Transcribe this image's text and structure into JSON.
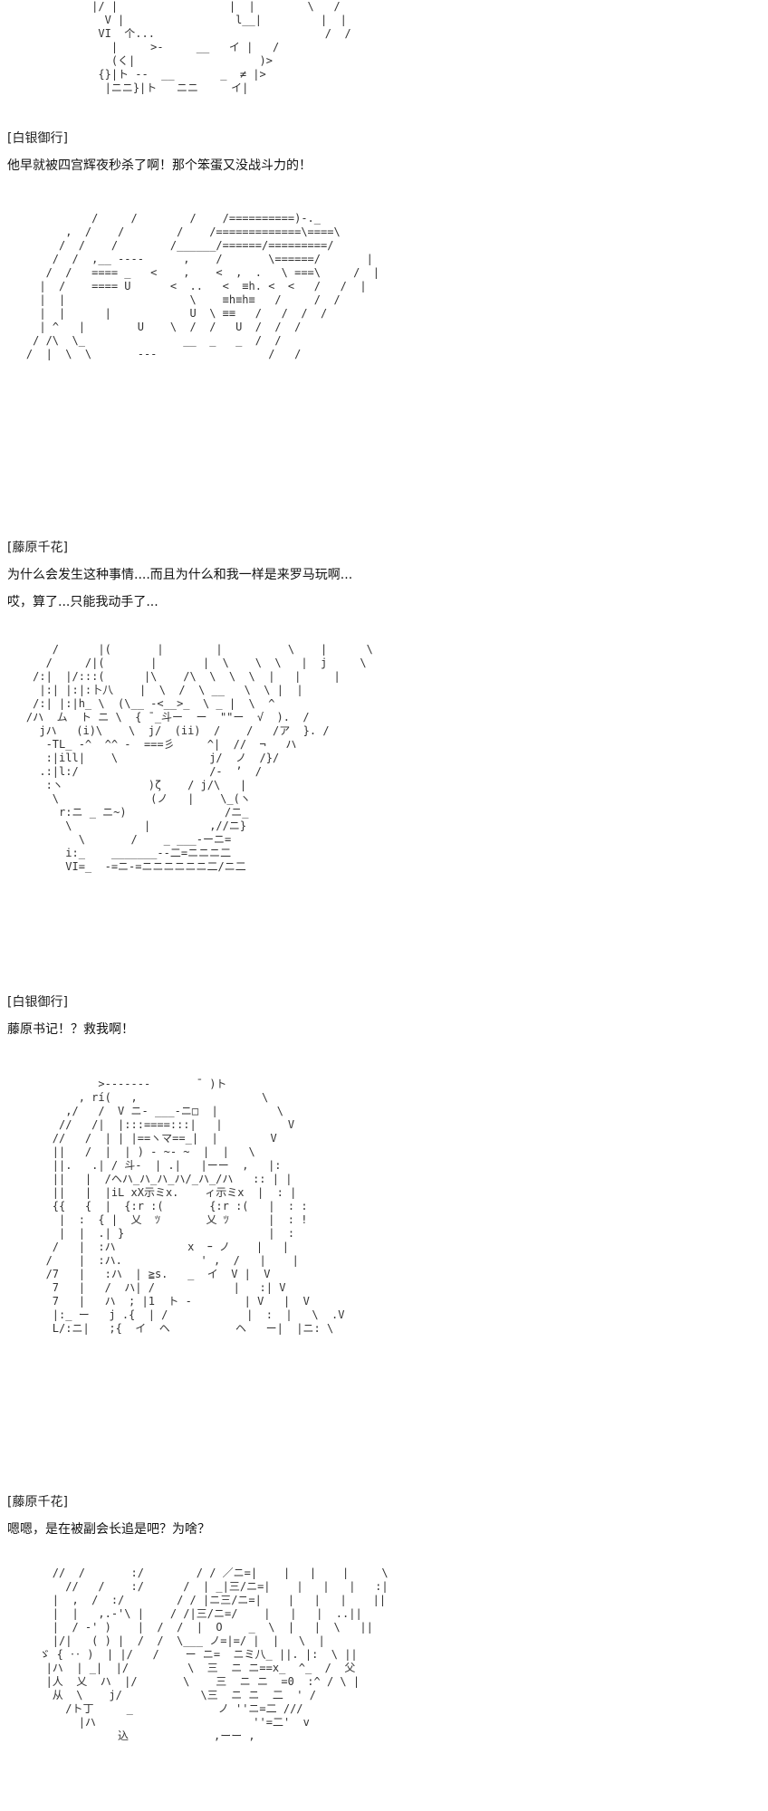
{
  "blocks": [
    {
      "speaker": "[白银御行]",
      "lines": [
        "他早就被四宫辉夜秒杀了啊！那个笨蛋又没战斗力的！"
      ]
    },
    {
      "speaker": "[藤原千花]",
      "lines": [
        "为什么会发生这种事情....而且为什么和我一样是来罗马玩啊...",
        "哎，算了...只能我动手了..."
      ]
    },
    {
      "speaker": "[白银御行]",
      "lines": [
        "藤原书记！？救我啊！"
      ]
    },
    {
      "speaker": "[藤原千花]",
      "lines": [
        "嗯嗯，是在被副会长追是吧？为啥？"
      ]
    }
  ],
  "ascii_art": [
    "              |/ |                 |  |        \\   /\n                V |                 l__|         |  |\n               VI  个...                          /  /\n                 |     >-     __   イ |   /\n                 (く|                   )>\n               {}|ト --  __       _  ≠ |>\n                |ニニ}|ト   ニニ     イ|",
    "              /     /        /    /==========)-._\n          ,  /    /        /    /=============\\====\\\n         /  /    /        /______/======/=========/\n        /  /  ,__ ----      ,    /       \\======/       |\n       /  /   ==== _   <    ,    <  ,  .   \\ ===\\     /  |\n      |  /    ==== U      <  ..   <  ≡h. <  <   /   /  |\n      |  |                   \\    ≡h≡h≡   /     /  /\n      |  |      |            U  \\ ≡≡   /   /  /  /\n      | ^   |        U    \\  /  /   U  /  /  /\n     / /\\  \\_               __  _   _  /  /\n    /  |  \\  \\       ---                 /   /",
    "        /      |(       |        |          \\    |      \\\n       /     /|(       |       |  \\    \\  \\   |  j     \\\n     /:|  |/:::(      |\\    /\\  \\  \\  \\  |   |     |\n      |:| |:|:卜八    |  \\  /  \\ __   \\  \\ |  |\n     /:| |:|h_ \\  (\\__ -<__>_  \\ _ |  \\  ^\n    /ハ  ム  ト ニ \\  { ̄ _斗ー  ー  \"\"ー  √  ).  /\n      jハ   (i)\\    \\  j/  (ii)  /    /   /ア  }. /\n       -TL_ -^  ^^ -  ===彡     ^|  //  ¬   ハ\n       :|ill|    \\              j/  ノ  /}/\n      .:|l:/                    /-  ’  /\n       :ヽ             )ζ    / j/\\   |\n        \\              (ノ   |    \\_(ヽ\n         r:ニ _ ニ~)               /ニ_\n          \\           |         ,//ニ}\n            \\       /    _ ___-ーニ=\n          i:_    _______--二=ニニニ二\n          VI=_  -=ニ-=ニニニニニニ二/ニ二",
    "               >-------       ̄  )ト\n            , rí(   ,                   \\\n          ,/   /  V ニ- ___-ニ□  |         \\\n         //   /|  |:::====:::|   |          V\n        //   /  | | |==ヽマ==_|  |        V\n        ||   /  |  | ) - ~- ~  |  |   \\\n        ||.   .| / 斗-  | .|   |ーー  ,   |:\n        ||   |  /ヘハ_ハ_ハ_ハ/_ハ_/ハ   :: | |\n        ||   |  |iL xX示ミx.    ィ示ミx  |  : |\n        {{   {  |  {:r :(       {:r :(   |  : :\n         |  :  { |  乂  ﾂ       乂 ﾂ      |  : !\n         |  |  .| }                      |  :\n        /   |  :ハ           x  ｰ ノ    |   |\n       /    |  :ハ.            ' ,  /   |    |\n       /7   |   :ハ  | ≧s.   _  イ  V |  V\n        7   |   /  ハ| /            |   :| V\n        7   |   ハ  ; |1  ト -        | V   |  V\n        |:_ ー   j .{  | /            |  :  |   \\  .V\n        L/:ニ|   ;{  イ  ヘ          ヘ   ー|  |ニ: \\",
    "        //  /       :/        / / ／ニ=|    |   |    |     \\\n          //   /    :/      /  | _|三/ニ=|    |   |   |   :|\n        |  ,  /  :/        / / |ニ三/ニ=|    |   |   |    ||\n        |  |   ,.-'\\ |    / /|三/ニ=/    |   |   |  ..||\n        |  / -' )    |  /  /  |  O    _  \\  |   |  \\   ||\n        |/|   ( ) |  /  /  \\___ ノ=|=/ |  |   \\  |\n      ゞ { ‥ )  | |/   /    ー ニ=  ニミ八_ ||. |:  \\ ||\n       |ハ  | _|  |/         \\  三  ニ ニ==x_  ^_  /  父\n       |人  乂  ハ  |/       \\    三  ニ ニ  =0  :^ / \\ |\n        从  \\    j/            \\三  ニ ニ  二  ' /\n          /ト丁     _             ノ ''ニ=二 ///\n            |ハ                        ''=二'  v\n                  込             ,ーー ,"
  ]
}
